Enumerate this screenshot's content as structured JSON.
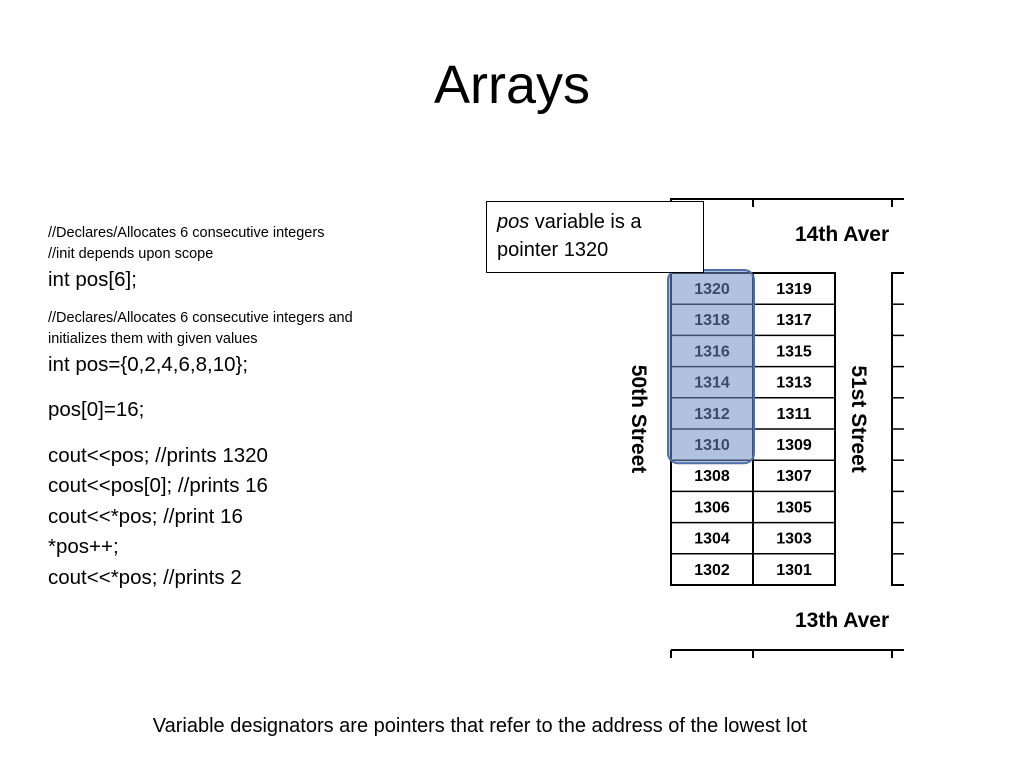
{
  "slide": {
    "title": "Arrays"
  },
  "code": {
    "lines": [
      {
        "kind": "comment",
        "text": "//Declares/Allocates 6 consecutive integers"
      },
      {
        "kind": "comment",
        "text": "//init depends upon scope"
      },
      {
        "kind": "code",
        "text": "int pos[6];"
      },
      {
        "kind": "gap"
      },
      {
        "kind": "comment",
        "text": "//Declares/Allocates 6 consecutive integers and"
      },
      {
        "kind": "comment",
        "text": "initializes them with given values"
      },
      {
        "kind": "code",
        "text": "int pos={0,2,4,6,8,10};"
      },
      {
        "kind": "gap2"
      },
      {
        "kind": "code",
        "text": "pos[0]=16;"
      },
      {
        "kind": "gap2"
      },
      {
        "kind": "code",
        "text": "cout<<pos; //prints 1320"
      },
      {
        "kind": "code",
        "text": "cout<<pos[0]; //prints 16"
      },
      {
        "kind": "code",
        "text": "cout<<*pos; //print 16"
      },
      {
        "kind": "code",
        "text": "*pos++;"
      },
      {
        "kind": "code",
        "text": "cout<<*pos; //prints 2"
      }
    ]
  },
  "callout": {
    "italic_word": "pos",
    "line1_rest": " variable is a",
    "line2": "pointer 1320"
  },
  "map": {
    "top_avenue": "14th Aver",
    "bottom_avenue": "13th Aver",
    "left_street": "50th Street",
    "right_street": "51st Street",
    "left_column_lots": [
      "1320",
      "1318",
      "1316",
      "1314",
      "1312",
      "1310",
      "1308",
      "1306",
      "1304",
      "1302"
    ],
    "right_column_lots": [
      "1319",
      "1317",
      "1315",
      "1313",
      "1311",
      "1309",
      "1307",
      "1305",
      "1303",
      "1301"
    ],
    "highlighted_lot_count": 6,
    "highlight_color": "#6f8fc4",
    "highlighted_text_color": "#3b4a66"
  },
  "caption": {
    "text": "Variable designators are pointers that refer to the address of the lowest lot"
  }
}
